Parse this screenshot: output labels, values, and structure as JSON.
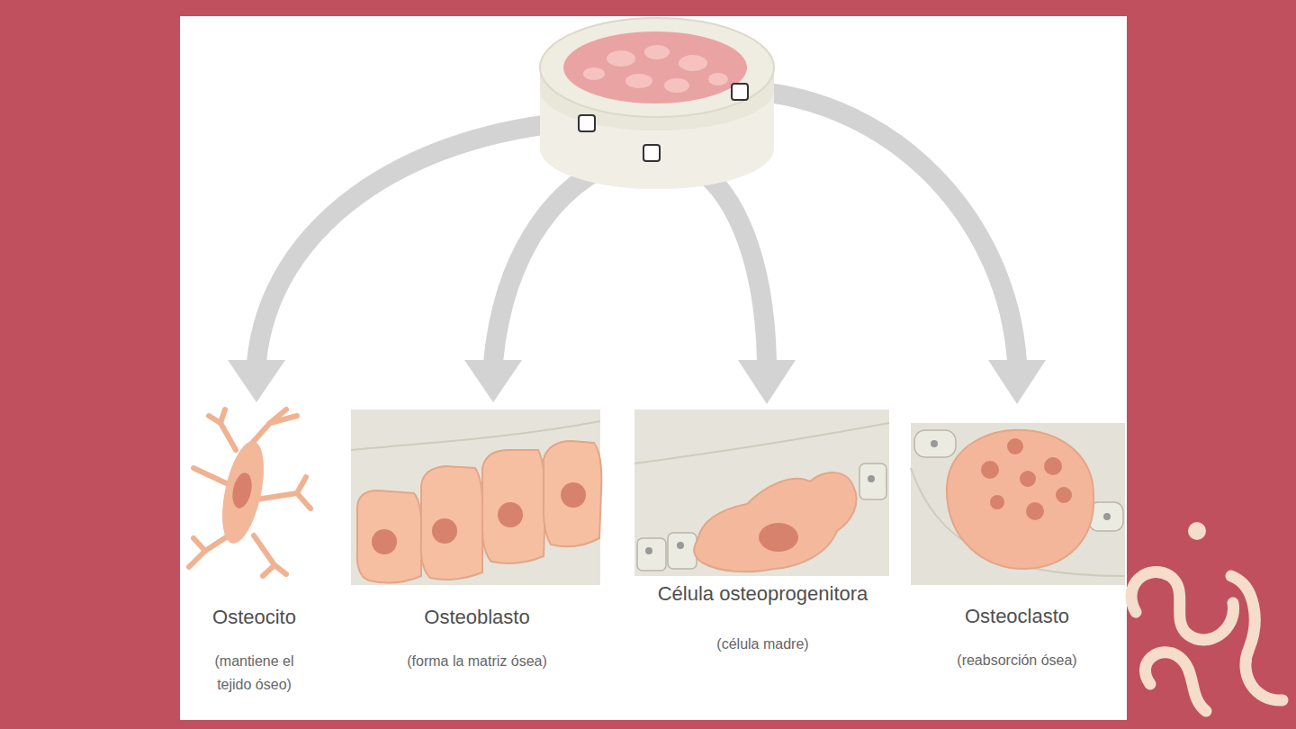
{
  "diagram": {
    "nodes": [
      {
        "text": [
          "Osteocito",
          "(mantiene el tejido óseo)"
        ]
      },
      {
        "text": [
          "Osteoblasto",
          "(forma la matriz ósea)"
        ]
      },
      {
        "text": [
          "Célula osteoprogenitora",
          "(célula madre)"
        ]
      },
      {
        "text": [
          "Osteoclasto",
          "(reabsorción ósea)"
        ]
      }
    ]
  }
}
